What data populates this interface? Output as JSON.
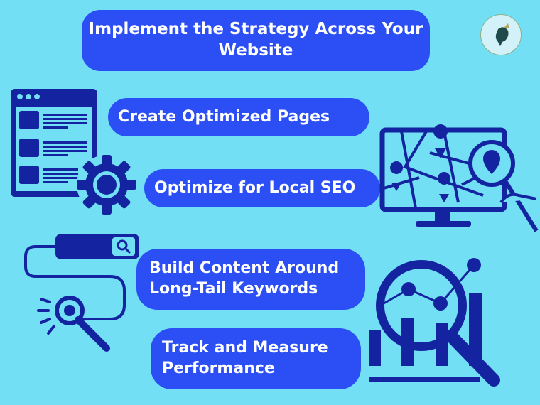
{
  "title": "Implement the Strategy Across Your Website",
  "steps": [
    {
      "label": "Create Optimized Pages"
    },
    {
      "label": "Optimize for Local SEO"
    },
    {
      "label": "Build Content Around Long-Tail Keywords"
    },
    {
      "label": "Track and Measure Performance"
    }
  ],
  "colors": {
    "background": "#72dff5",
    "pill": "#2b4ff5",
    "icon": "#1424a0"
  },
  "icons": [
    "webpage-gear-icon",
    "map-monitor-search-icon",
    "search-bar-magnifier-icon",
    "chart-magnifier-icon",
    "logo-silhouette-icon"
  ]
}
